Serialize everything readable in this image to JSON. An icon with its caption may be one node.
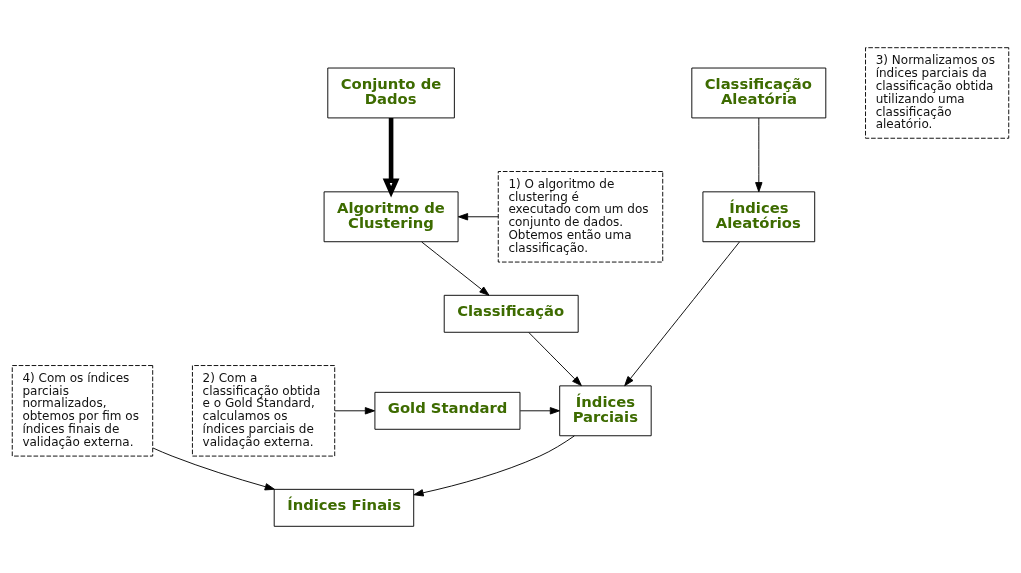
{
  "diagram": {
    "nodes": [
      {
        "text": [
          "Conjunto de Dados"
        ]
      },
      {
        "text": [
          "1) O algoritmo de clustering é executado com um dos conjunto de dados. Obtemos então uma classificação."
        ]
      },
      {
        "text": [
          "Algoritmo de Clustering"
        ]
      },
      {
        "text": [
          "Classificação"
        ]
      },
      {
        "text": [
          "2) Com a classificação obtida e o Gold Standard, calculamos os índices parciais de validação externa."
        ]
      },
      {
        "text": [
          "Gold Standard"
        ]
      },
      {
        "text": [
          "Classificação Aleatória"
        ]
      },
      {
        "text": [
          "Índices Aleatórios"
        ]
      },
      {
        "text": [
          "3) Normalizamos os índices parciais da classificação obtida utilizando uma classificação aleatório."
        ]
      },
      {
        "text": [
          "Índices Parciais"
        ]
      },
      {
        "text": [
          "4) Com os índices parciais normalizados, obtemos por fim os índices finais de validação externa."
        ]
      },
      {
        "text": [
          "Índices Finais"
        ]
      }
    ],
    "edges": [
      {
        "from": 0,
        "to": 2,
        "arrow": "to",
        "style": "thick"
      },
      {
        "from": 1,
        "to": 2,
        "arrow": "to"
      },
      {
        "from": 2,
        "to": 3,
        "arrow": "to"
      },
      {
        "from": 4,
        "to": 5,
        "arrow": "to"
      },
      {
        "from": 6,
        "to": 7,
        "arrow": "to"
      },
      {
        "from": 7,
        "to": 9,
        "arrow": "to"
      },
      {
        "from": 3,
        "to": 9,
        "arrow": "to"
      },
      {
        "from": 5,
        "to": 9,
        "arrow": "to"
      },
      {
        "from": 10,
        "to": 11,
        "arrow": "to"
      },
      {
        "from": 9,
        "to": 11,
        "arrow": "to"
      }
    ]
  }
}
